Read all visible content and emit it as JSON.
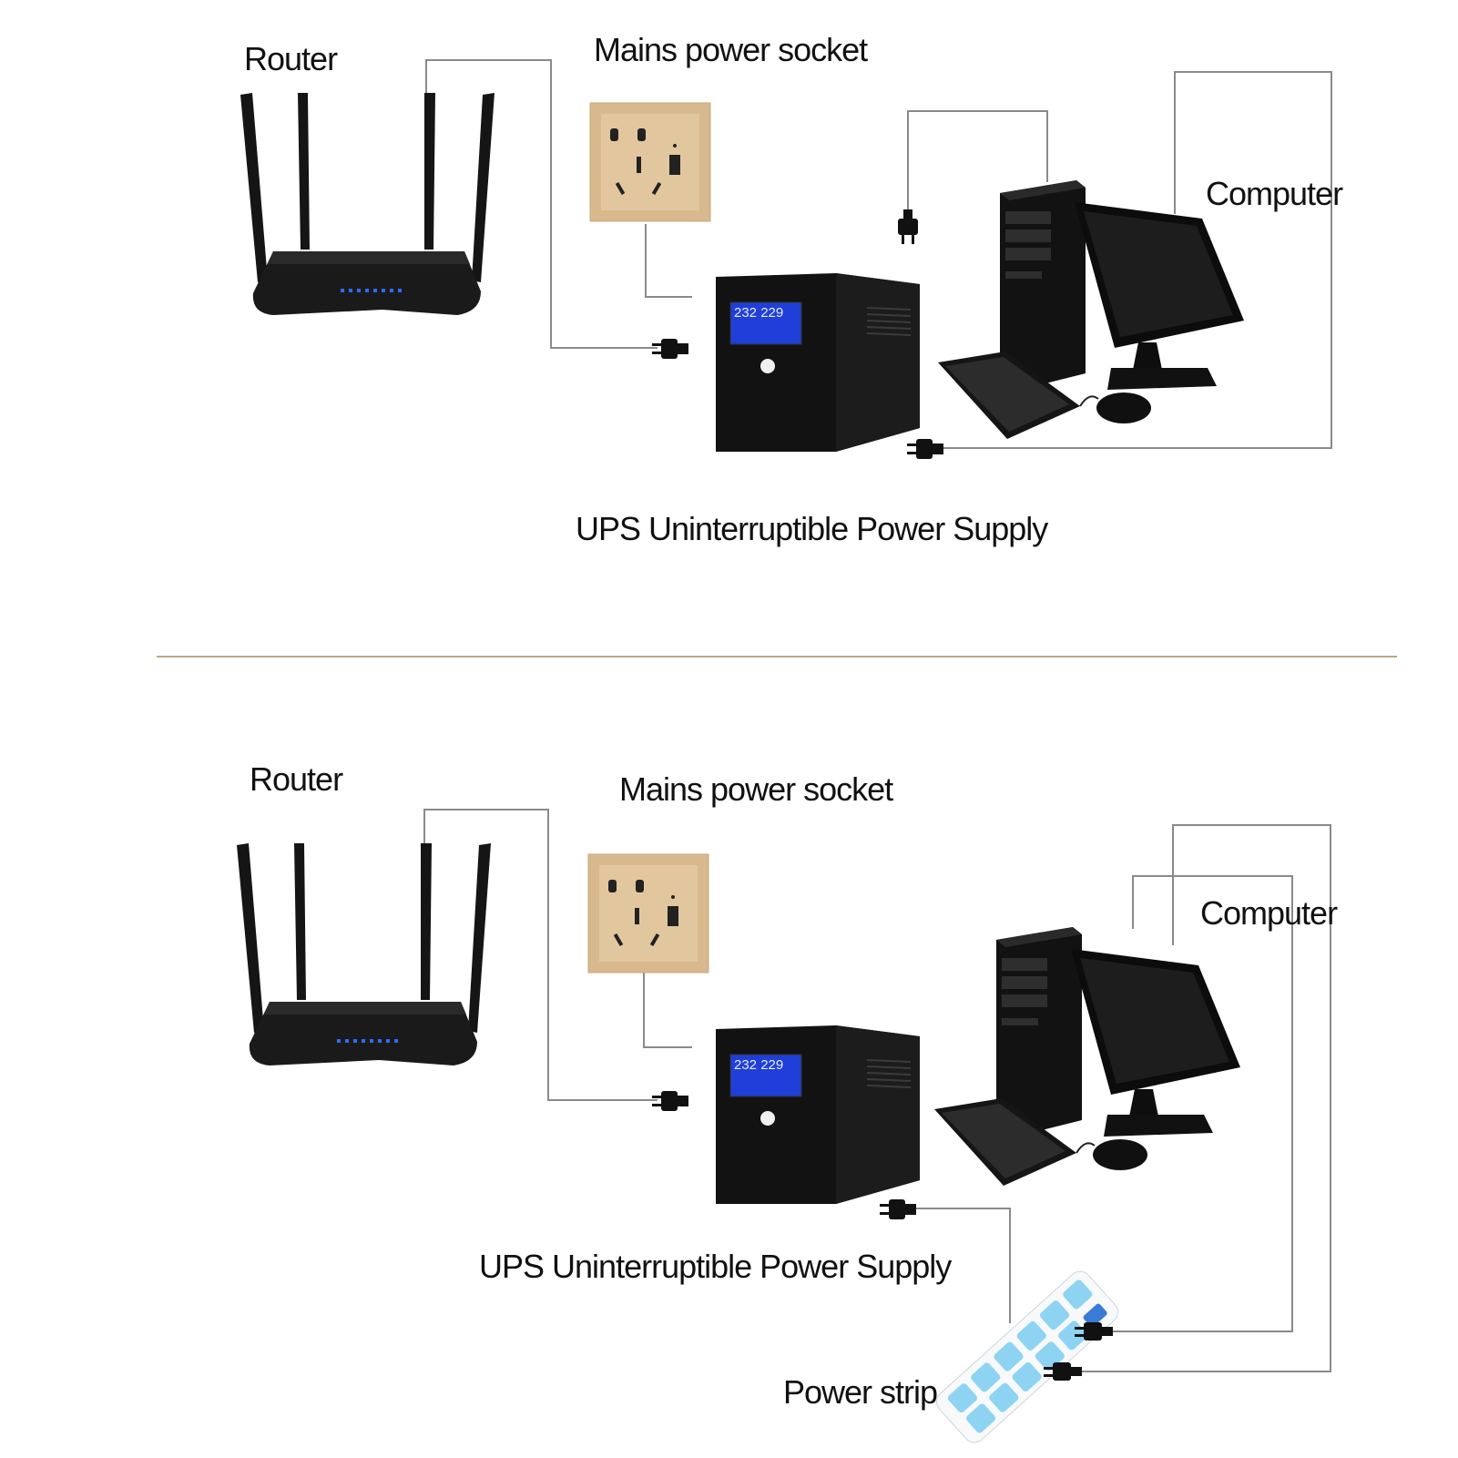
{
  "top_panel": {
    "router_label": "Router",
    "socket_label": "Mains power socket",
    "computer_label": "Computer",
    "ups_label": "UPS Uninterruptible Power Supply",
    "ups_display": "232 229"
  },
  "bottom_panel": {
    "router_label": "Router",
    "socket_label": "Mains power socket",
    "computer_label": "Computer",
    "ups_label": "UPS Uninterruptible Power Supply",
    "strip_label": "Power strip",
    "ups_display": "232 229"
  },
  "colors": {
    "wire": "#8a8a8a",
    "device": "#141414",
    "socket": "#d8b98e",
    "lcd": "#1f3fd8",
    "divider": "#b8a88c",
    "strip_outlet": "#8ed4f2"
  }
}
